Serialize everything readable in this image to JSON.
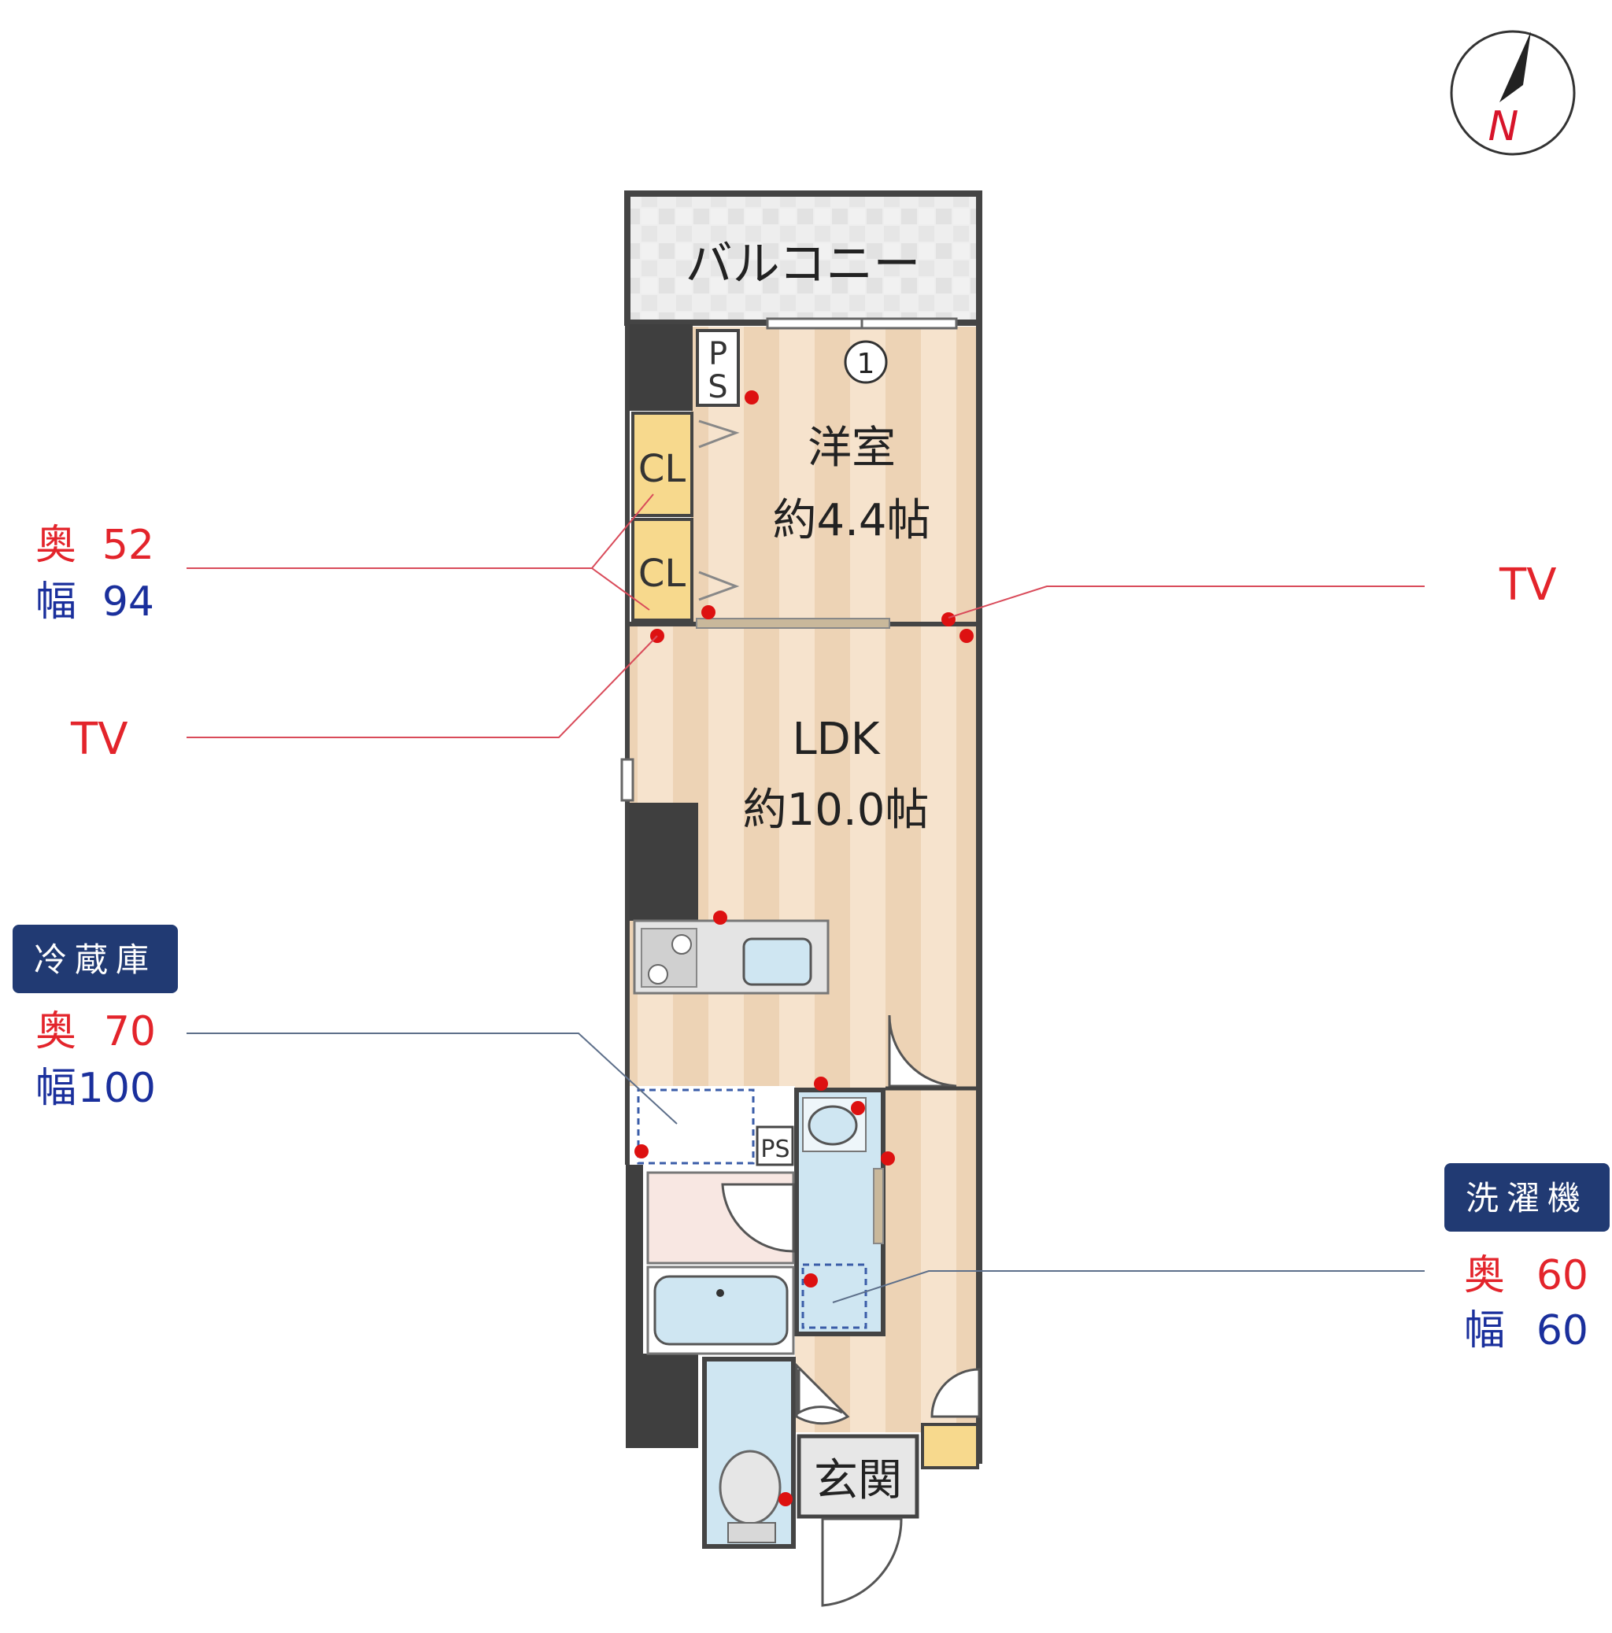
{
  "compass": {
    "label": "N",
    "icon": "north-arrow-icon"
  },
  "rooms": {
    "balcony": "バルコニー",
    "bedroom_name": "洋室",
    "bedroom_size": "約4.4帖",
    "ldk_name": "LDK",
    "ldk_size": "約10.0帖",
    "entrance": "玄関",
    "closet_1": "CL",
    "closet_2": "CL",
    "ps_upper_1": "P",
    "ps_upper_2": "S",
    "ps_lower": "PS",
    "window_marker": "1"
  },
  "annotations": {
    "closet": {
      "depth_label": "奥",
      "depth_value": "52",
      "width_label": "幅",
      "width_value": "94"
    },
    "tv_left": "TV",
    "tv_right": "TV",
    "fridge": {
      "title": "冷蔵庫",
      "depth_label": "奥",
      "depth_value": "70",
      "width_label": "幅",
      "width_value": "100"
    },
    "washer": {
      "title": "洗濯機",
      "depth_label": "奥",
      "depth_value": "60",
      "width_label": "幅",
      "width_value": "60"
    }
  },
  "colors": {
    "depth_red": "#e3242b",
    "width_blue": "#1a2f9c",
    "badge_navy": "#213a73",
    "wall": "#3f3f3f",
    "floor_light": "#f6e3cd",
    "floor_dark": "#edd3b5",
    "closet_yellow": "#f7d98d",
    "water_blue": "#cfe6f2",
    "outlet_red": "#dd1111",
    "leader_red": "#d94b5a",
    "leader_blue": "#5d6f8a"
  }
}
